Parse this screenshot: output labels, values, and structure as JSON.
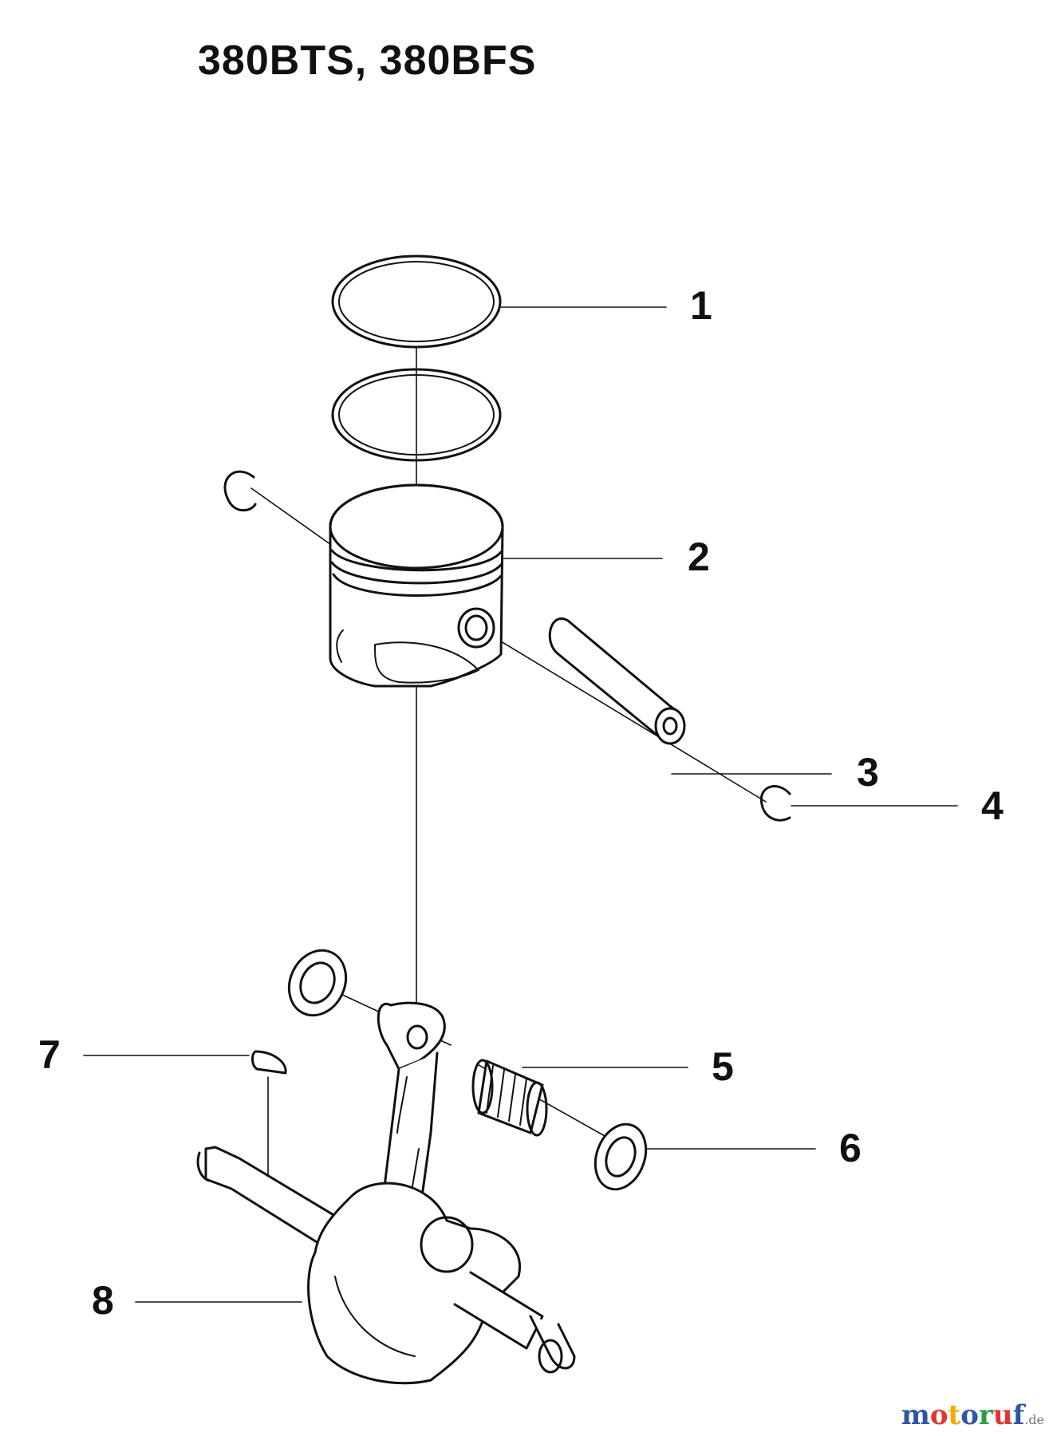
{
  "title": "380BTS, 380BFS",
  "callouts": [
    "1",
    "2",
    "3",
    "4",
    "5",
    "6",
    "7",
    "8"
  ],
  "watermark": {
    "text": "motoruf",
    "suffix": ".de",
    "letters": [
      "m",
      "o",
      "t",
      "o",
      "r",
      "u",
      "f"
    ],
    "colors": [
      "#2f55a4",
      "#e3342f",
      "#f2a900",
      "#2f55a4",
      "#2e9b47",
      "#e3342f",
      "#2f55a4"
    ]
  },
  "colors": {
    "line": "#111111",
    "background": "#ffffff"
  }
}
